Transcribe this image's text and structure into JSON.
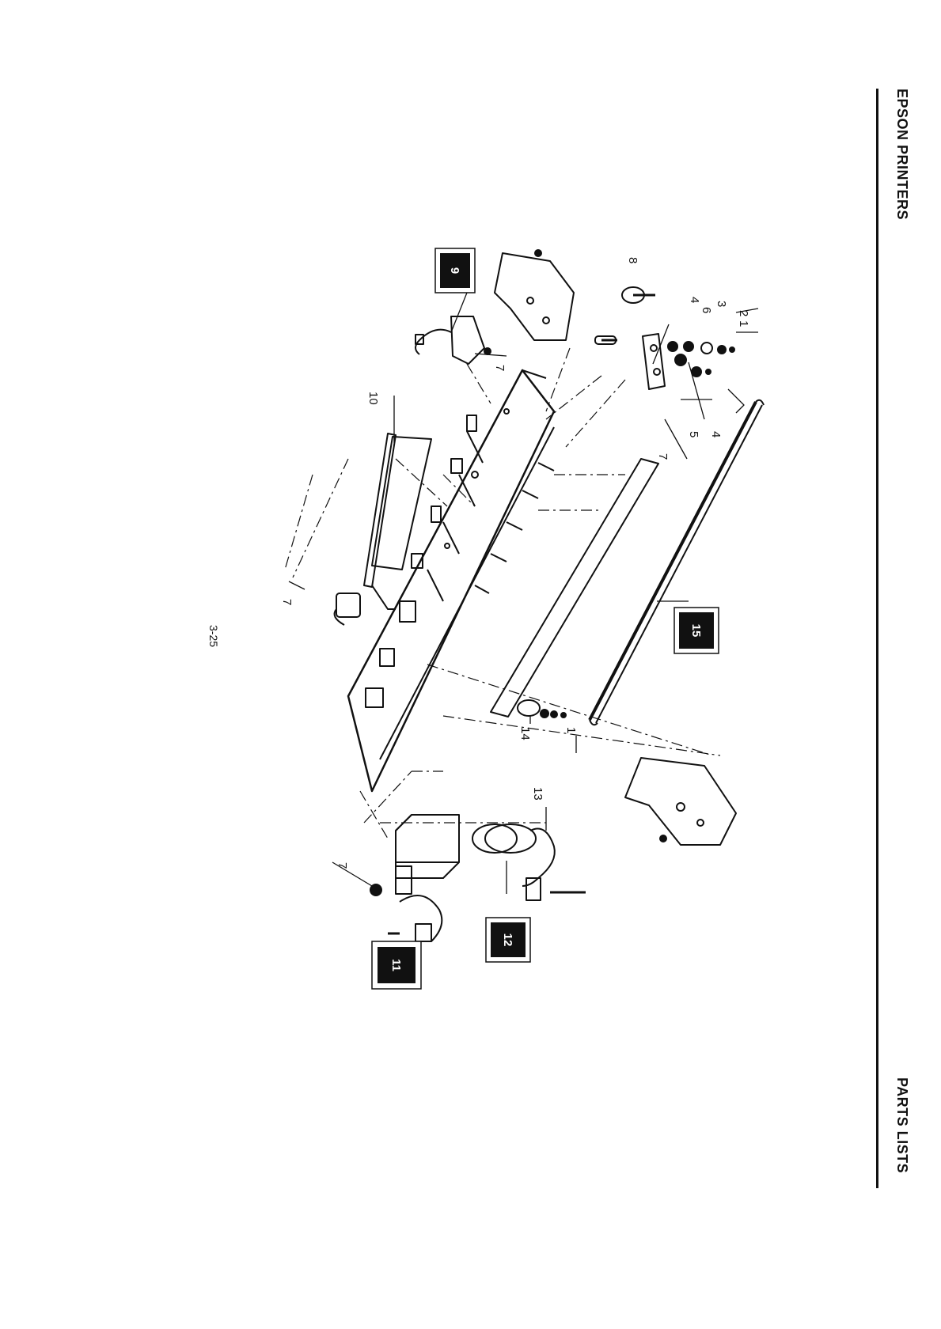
{
  "header": {
    "brand": "EPSON PRINTERS",
    "section": "PARTS LISTS"
  },
  "footer": {
    "page_number": "3-25"
  },
  "callouts": {
    "c1a": "1",
    "c2": "2",
    "c3": "3",
    "c4a": "4",
    "c6": "6",
    "c8": "8",
    "c4b": "4",
    "c5": "5",
    "c7a": "7",
    "c7b": "7",
    "c10": "10",
    "c7c": "7",
    "c1b": "1",
    "c14": "14",
    "c13": "13",
    "c7d": "7"
  },
  "boxed_callouts": {
    "b9": "9",
    "b15": "15",
    "b12": "12",
    "b11": "11"
  }
}
